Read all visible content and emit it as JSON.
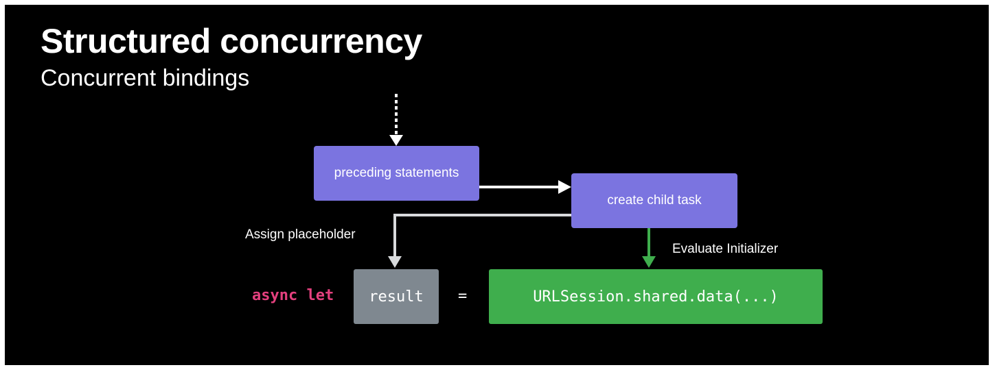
{
  "slide": {
    "title": "Structured concurrency",
    "subtitle": "Concurrent bindings"
  },
  "diagram": {
    "preceding_statements": "preceding statements",
    "create_child_task": "create child task",
    "assign_placeholder": "Assign placeholder",
    "evaluate_initializer": "Evaluate Initializer"
  },
  "code": {
    "keyword": "async let",
    "variable": "result",
    "equals": "=",
    "initializer": "URLSession.shared.data(...)"
  },
  "colors": {
    "background": "#000000",
    "task_box": "#7b74e0",
    "placeholder_box": "#7f8890",
    "initializer_box": "#3fae4d",
    "keyword": "#e4407e",
    "evaluate_arrow": "#3fae4d"
  }
}
